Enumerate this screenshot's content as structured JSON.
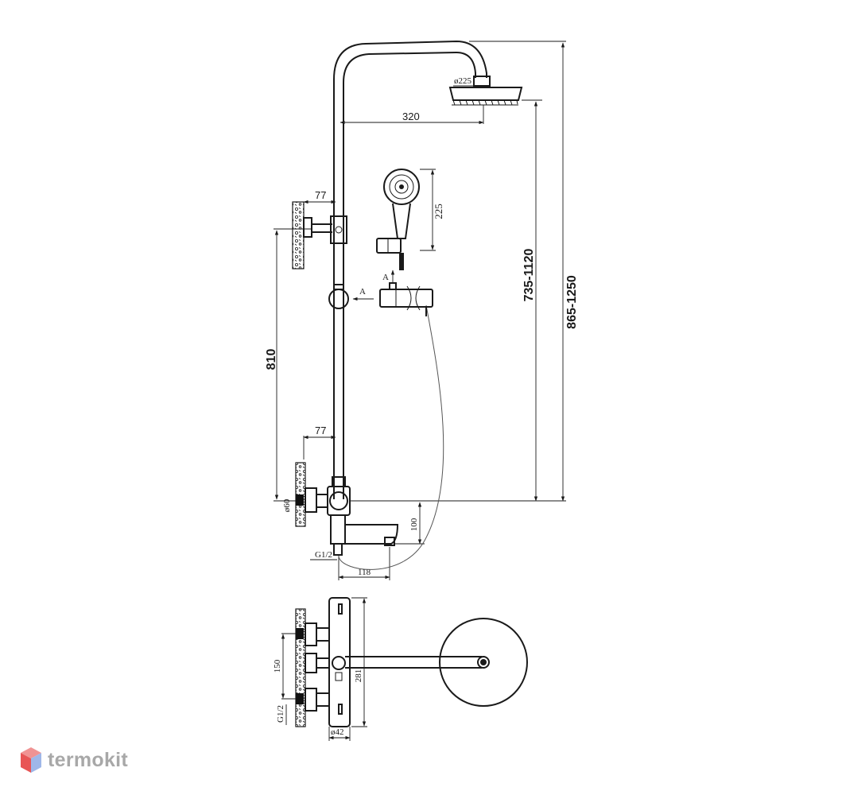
{
  "dimensions": {
    "shower_head_diameter": "ø225",
    "arm_length": "320",
    "bracket_offset_top": "77",
    "bracket_offset_bottom": "77",
    "hand_shower_length": "225",
    "slider_range": "735-1120",
    "total_height_range": "865-1250",
    "bracket_spacing": "810",
    "connector_diameter": "ø60",
    "spout_height": "100",
    "thread_side": "G1/2",
    "spout_length": "118",
    "top_view_center_distance": "150",
    "top_view_thread": "G1/2",
    "mixer_length": "281",
    "mixer_diameter": "ø42"
  },
  "section_marker": "A",
  "brand": {
    "name": "termokit"
  }
}
